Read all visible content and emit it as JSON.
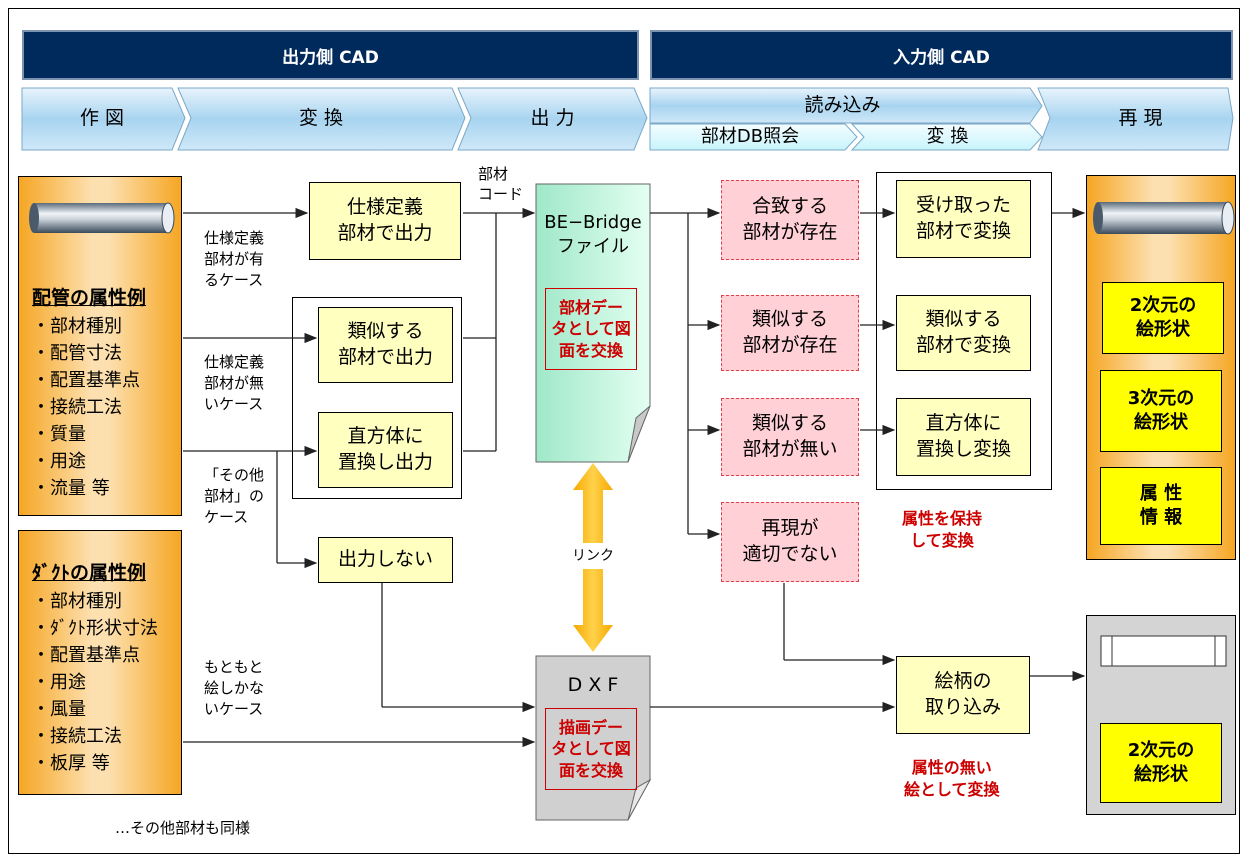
{
  "header": {
    "output_cad": "出力側 CAD",
    "input_cad": "入力側 CAD"
  },
  "stages": {
    "drawing": "作 図",
    "convert": "変 換",
    "output": "出 力",
    "read": "読み込み",
    "member_db": "部材DB照会",
    "convert2": "変 換",
    "reproduce": "再 現"
  },
  "piping": {
    "title": "配管の属性例",
    "items": "・部材種別\n・配管寸法\n・配置基準点\n・接続工法\n・質量\n・用途\n・流量 等"
  },
  "duct": {
    "title": "ﾀﾞｸﾄの属性例",
    "items": "・部材種別\n・ﾀﾞｸﾄ形状寸法\n・配置基準点\n・用途\n・風量\n・接続工法\n・板厚 等"
  },
  "footnote": "…その他部材も同様",
  "cases": {
    "with_spec": "仕様定義\n部材が有\nるケース",
    "without_spec": "仕様定義\n部材が無\nいケース",
    "other": "「その他\n部材」の\nケース",
    "drawing_only": "もともと\n絵しかな\nいケース"
  },
  "output_boxes": {
    "spec": "仕様定義\n部材で出力",
    "similar": "類似する\n部材で出力",
    "cuboid": "直方体に\n置換し出力",
    "none": "出力しない"
  },
  "member_code": "部材\nコード",
  "bebridge": {
    "title": "BE−Bridge\nファイル",
    "note": "部材デー\nタとして図\n面を交換"
  },
  "link": "リンク",
  "dxf": {
    "title": "D X F",
    "note": "描画デー\nタとして図\n面を交換"
  },
  "check_boxes": {
    "match": "合致する\n部材が存在",
    "similar": "類似する\n部材が存在",
    "none": "類似する\n部材が無い",
    "unsuitable": "再現が\n適切でない"
  },
  "convert_boxes": {
    "received": "受け取った\n部材で変換",
    "similar": "類似する\n部材で変換",
    "cuboid": "直方体に\n置換し変換",
    "pattern": "絵柄の\n取り込み"
  },
  "notes": {
    "keep_attr": "属性を保持\nして変換",
    "no_attr": "属性の無い\n絵として変換"
  },
  "result_upper": {
    "shape2d": "2次元の\n絵形状",
    "shape3d": "3次元の\n絵形状",
    "attr": "属 性\n情 報"
  },
  "result_lower": {
    "shape2d": "2次元の\n絵形状"
  },
  "colors": {
    "navy": "#002a5c",
    "stage_blue": "#a8d4f0",
    "light_cyan": "#d8f8ff",
    "note_red": "#cc0000",
    "yellow": "#ffff00"
  }
}
